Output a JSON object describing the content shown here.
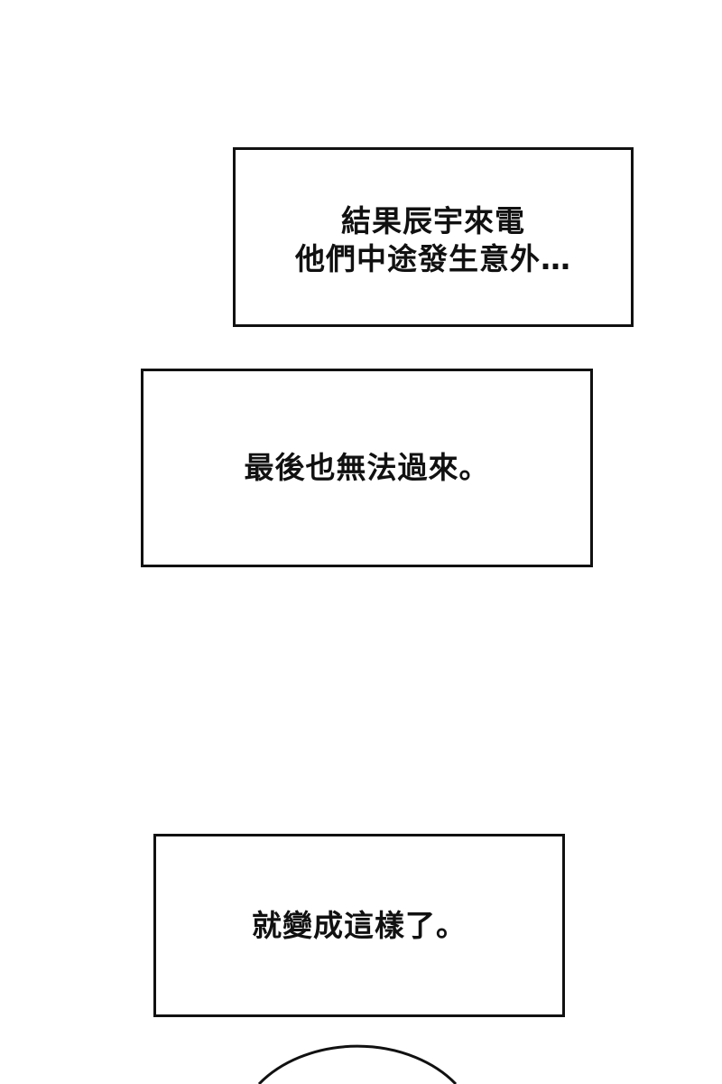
{
  "panels": [
    {
      "lines": "結果辰宇來電\n他們中途發生意外…"
    },
    {
      "lines": "最後也無法過來。"
    },
    {
      "lines": "就變成這樣了。"
    }
  ]
}
